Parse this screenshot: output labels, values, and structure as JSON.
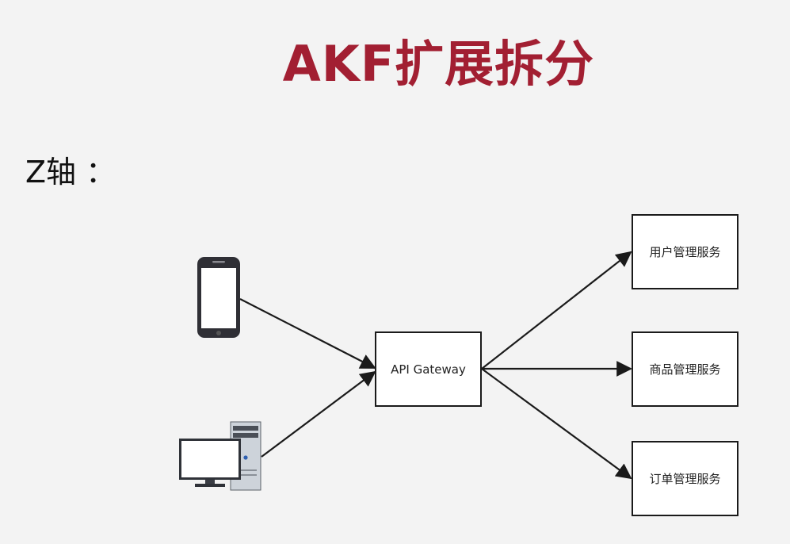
{
  "title": "AKF扩展拆分",
  "axis_label": "Z轴 ：",
  "nodes": {
    "gateway": "API Gateway",
    "services": [
      "用户管理服务",
      "商品管理服务",
      "订单管理服务"
    ]
  },
  "icons": [
    "smartphone-icon",
    "desktop-computer-icon"
  ],
  "colors": {
    "title": "#a21f32",
    "background": "#f3f3f3",
    "line": "#1a1a1a"
  }
}
